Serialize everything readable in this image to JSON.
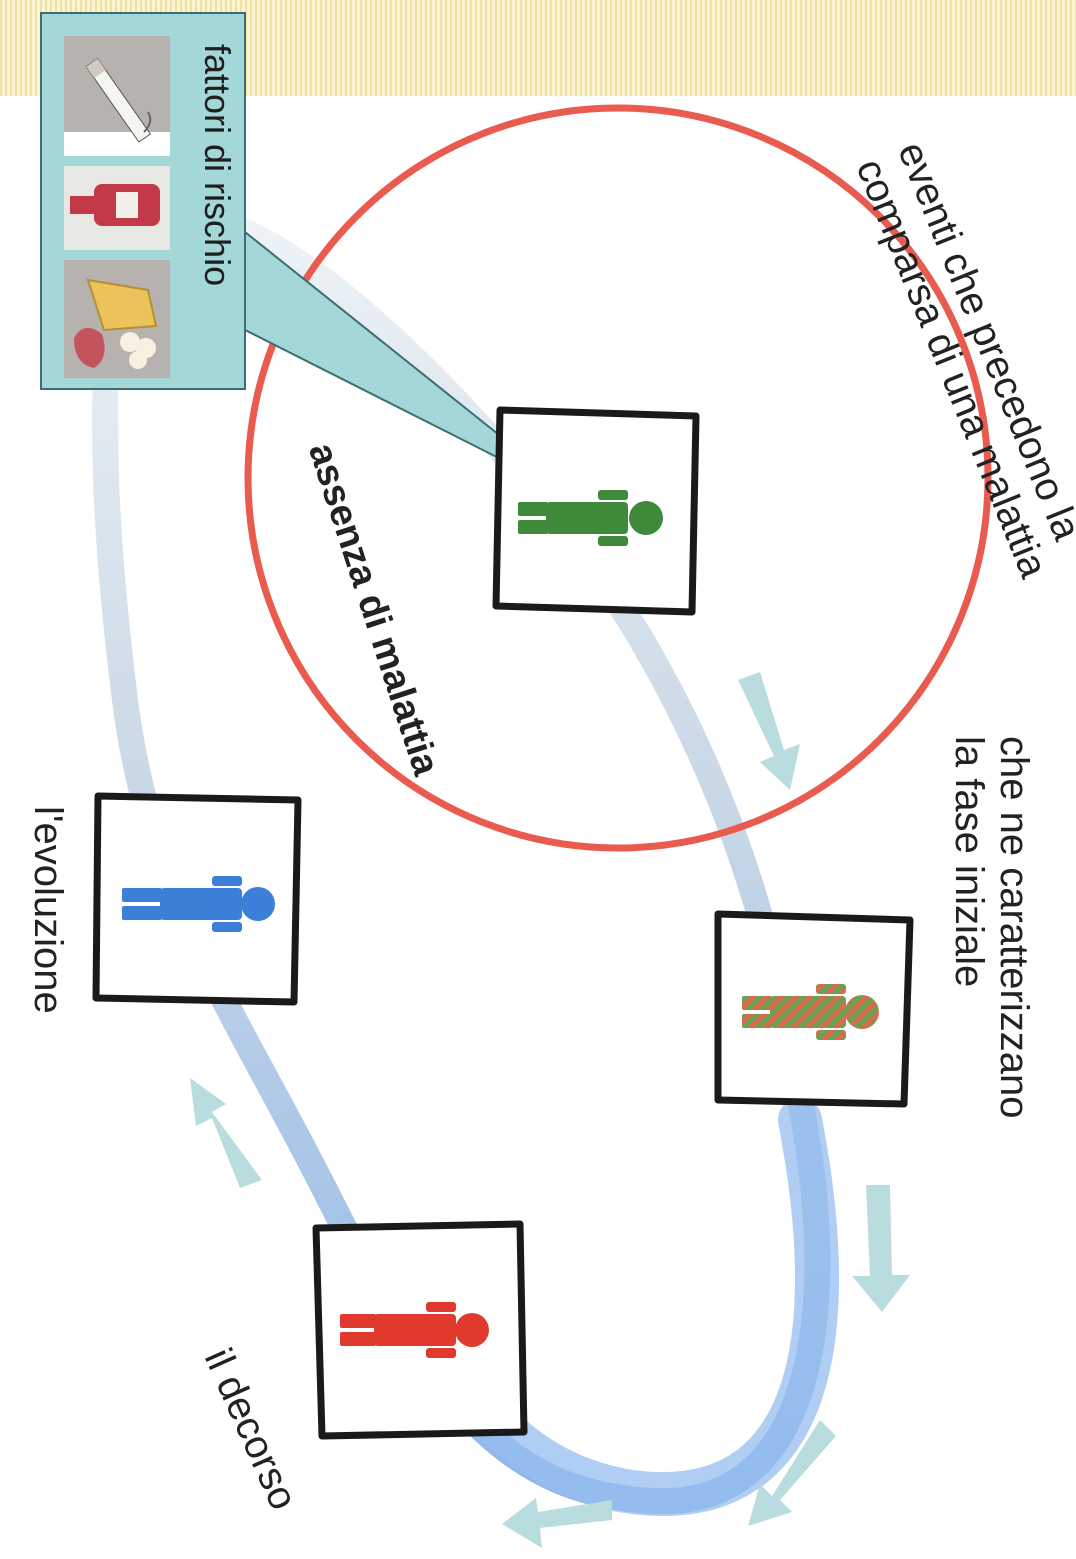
{
  "risk_box": {
    "title": "fattori di rischio",
    "images": [
      "cigarette-icon",
      "bottle-icon",
      "food-icon"
    ]
  },
  "labels": {
    "events_before": "eventi che precedono la\ncomparsa di una malattia",
    "early_phase": "che ne caratterizzano\nla fase iniziale",
    "course": "il decorso",
    "evolution": "l'evoluzione",
    "no_disease": "assenza di malattia"
  },
  "stages": [
    {
      "id": "healthy",
      "color": "#3f8a3a"
    },
    {
      "id": "early",
      "color": "#b07a55",
      "pattern": "striped red-green"
    },
    {
      "id": "course",
      "color": "#e03a2f"
    },
    {
      "id": "evolution",
      "color": "#3b7fd9"
    }
  ],
  "colors": {
    "circle": "#e95b4e",
    "cycle_path": "#a9c9ec",
    "arrows": "#b9dcdf",
    "risk_box": "#a3d7d8"
  }
}
